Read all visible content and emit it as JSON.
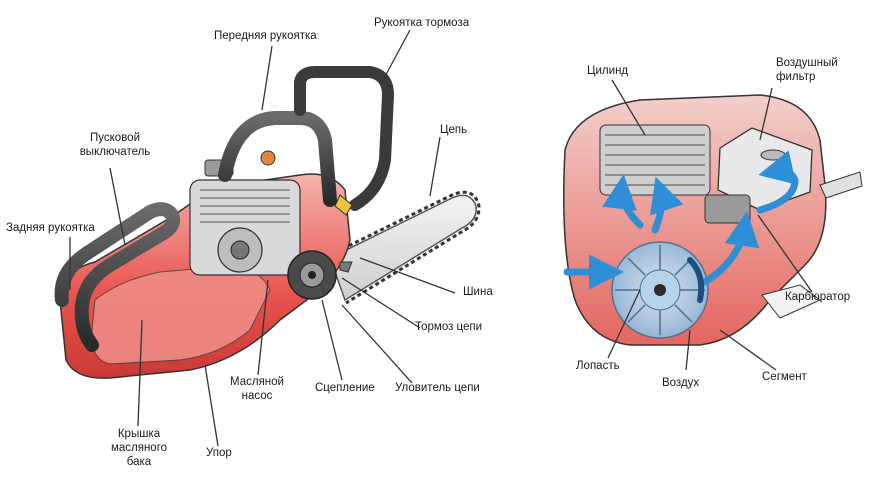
{
  "chainsaw": {
    "labels": {
      "front_handle": "Передняя рукоятка",
      "brake_handle": "Рукоятка тормоза",
      "start_switch_l1": "Пусковой",
      "start_switch_l2": "выключатель",
      "chain": "Цепь",
      "rear_handle": "Задняя рукоятка",
      "bar": "Шина",
      "chain_brake": "Тормоз цепи",
      "oil_pump_l1": "Масляной",
      "oil_pump_l2": "насос",
      "clutch": "Сцепление",
      "chain_catcher": "Уловитель цепи",
      "oil_cap_l1": "Крышка",
      "oil_cap_l2": "масляного",
      "oil_cap_l3": "бака",
      "stop": "Упор"
    }
  },
  "engine": {
    "labels": {
      "cylinder": "Цилинд",
      "air_filter_l1": "Воздушный",
      "air_filter_l2": "фильтр",
      "carburetor": "Карбюратор",
      "blade": "Лопасть",
      "air": "Воздух",
      "segment": "Сегмент"
    },
    "colors": {
      "body": "#e85a55",
      "air_arrow": "#2e8fd6",
      "dark": "#2b2b2b"
    }
  }
}
